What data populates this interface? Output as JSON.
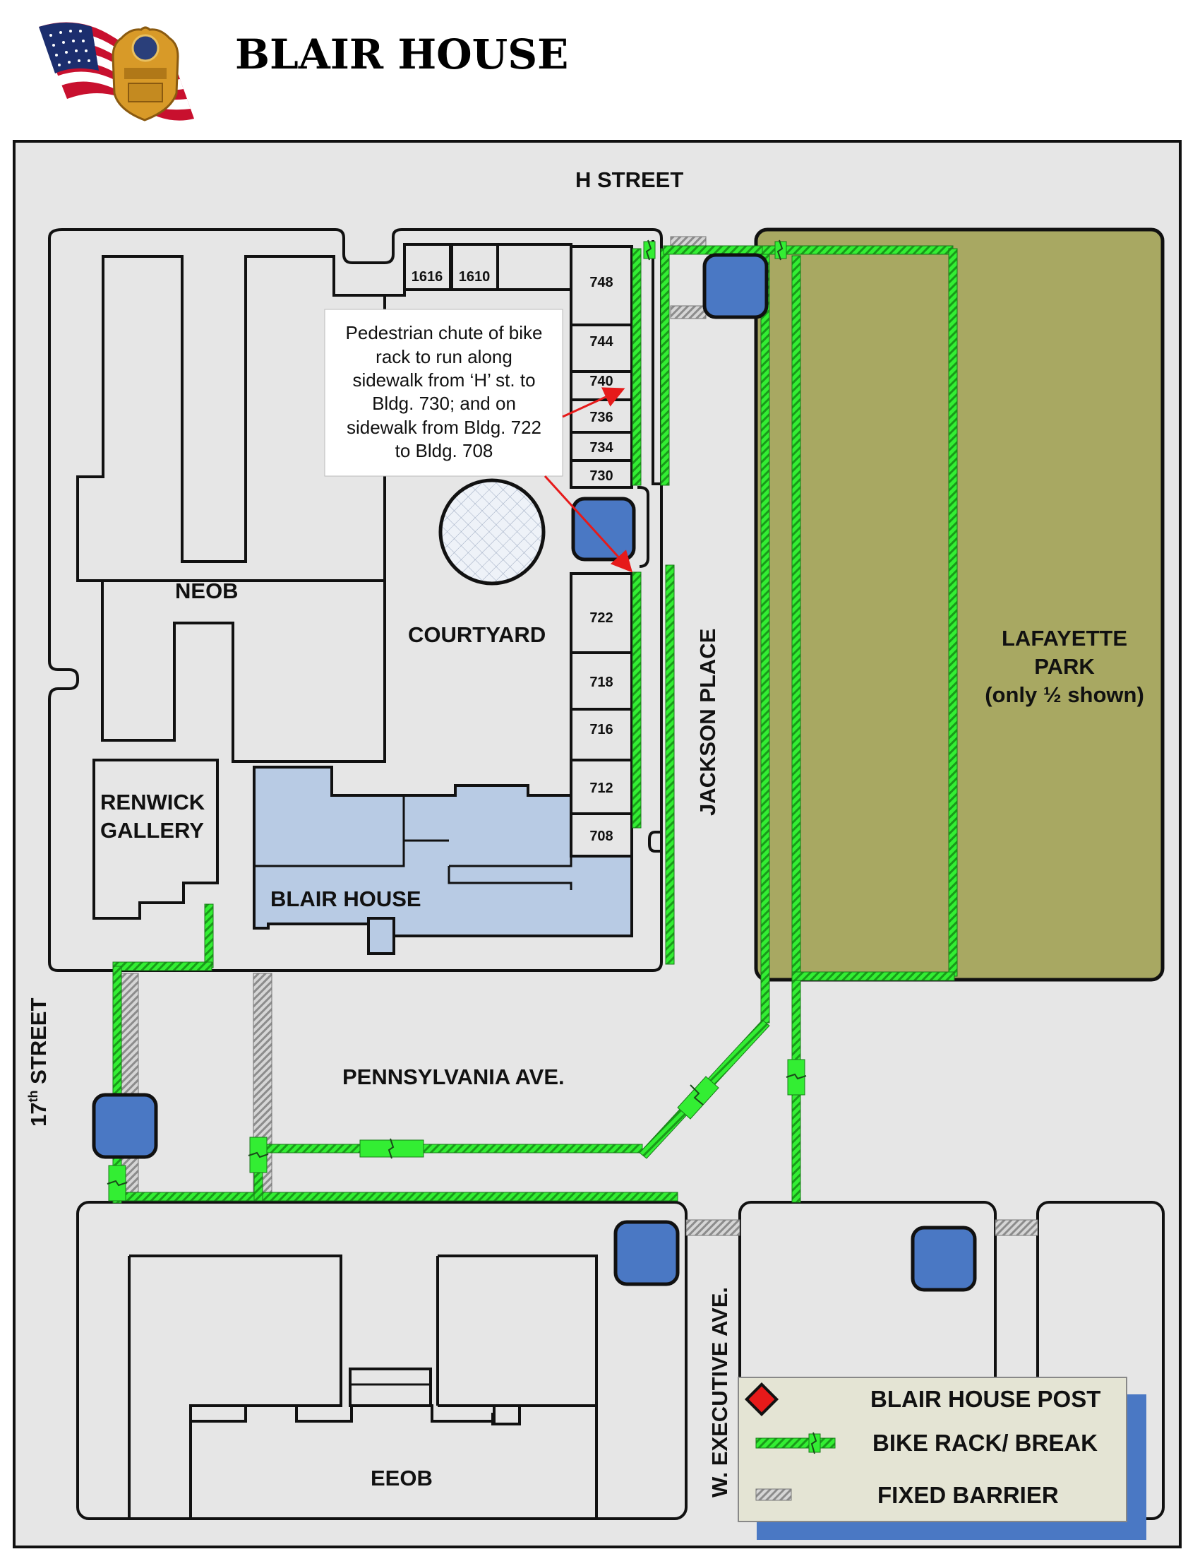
{
  "header": {
    "title": "BLAIR HOUSE",
    "badge_icon": "police-badge-flag-icon"
  },
  "streets": {
    "h_street": "H STREET",
    "seventeenth_street_num": "17",
    "seventeenth_street_sup": "th",
    "seventeenth_street_word": " STREET",
    "jackson_place": "JACKSON PLACE",
    "pennsylvania_ave": "PENNSYLVANIA AVE.",
    "w_executive_ave": "W. EXECUTIVE AVE."
  },
  "areas": {
    "neob": "NEOB",
    "courtyard": "COURTYARD",
    "renwick_line1": "RENWICK",
    "renwick_line2": "GALLERY",
    "blair_house": "BLAIR HOUSE",
    "eeob": "EEOB",
    "lafayette_line1": "LAFAYETTE",
    "lafayette_line2": "PARK",
    "lafayette_line3": "(only ½ shown)"
  },
  "buildings": {
    "b1616": "1616",
    "b1610": "1610",
    "b748": "748",
    "b744": "744",
    "b740": "740",
    "b736": "736",
    "b734": "734",
    "b730": "730",
    "b722": "722",
    "b718": "718",
    "b716": "716",
    "b712": "712",
    "b708": "708"
  },
  "callout": {
    "line1": "Pedestrian chute of bike",
    "line2": "rack to run along",
    "line3": "sidewalk from ‘H’ st. to",
    "line4": "Bldg. 730; and on",
    "line5": "sidewalk from Bldg. 722",
    "line6": "to Bldg. 708"
  },
  "legend": {
    "post": "BLAIR HOUSE POST",
    "bike_rack": "BIKE RACK/ BREAK",
    "fixed_barrier": "FIXED BARRIER"
  },
  "colors": {
    "background": "#e6e6e6",
    "park": "#a8a862",
    "blair_house": "#b8cbe4",
    "post_blue": "#4a78c4",
    "bike_rack_green": "#33ee33",
    "legend_fill": "#e4e4d4",
    "legend_shadow": "#4a78c4",
    "arrow_red": "#e61a1a"
  }
}
